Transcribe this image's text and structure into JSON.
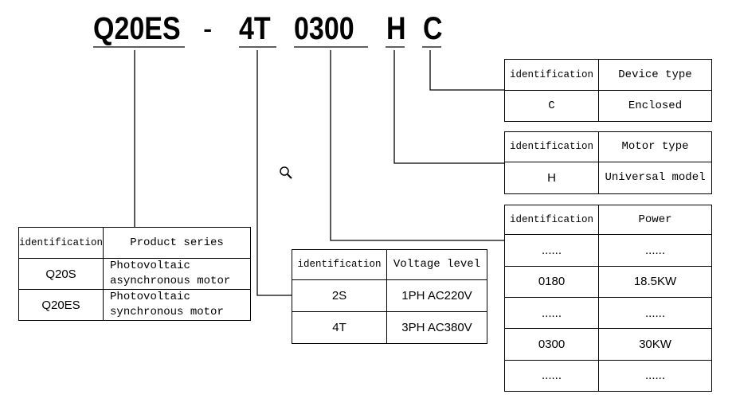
{
  "model_code": {
    "series": "Q20ES",
    "dash": "-",
    "voltage": "4T",
    "power": "0300",
    "motor": "H",
    "device": "C"
  },
  "product_table": {
    "headers": [
      "identification",
      "Product series"
    ],
    "rows": [
      [
        "Q20S",
        "Photovoltaic",
        "asynchronous motor"
      ],
      [
        "Q20ES",
        "Photovoltaic",
        "synchronous motor"
      ]
    ]
  },
  "voltage_table": {
    "headers": [
      "identification",
      "Voltage level"
    ],
    "rows": [
      [
        "2S",
        "1PH AC220V"
      ],
      [
        "4T",
        "3PH AC380V"
      ]
    ]
  },
  "device_table": {
    "headers": [
      "identification",
      "Device type"
    ],
    "rows": [
      [
        "C",
        "Enclosed"
      ]
    ]
  },
  "motor_table": {
    "headers": [
      "identification",
      "Motor type"
    ],
    "rows": [
      [
        "H",
        "Universal model"
      ]
    ]
  },
  "power_table": {
    "headers": [
      "identification",
      "Power"
    ],
    "rows": [
      [
        "......",
        "......"
      ],
      [
        "0180",
        "18.5KW"
      ],
      [
        "......",
        "......"
      ],
      [
        "0300",
        "30KW"
      ],
      [
        "......",
        "......"
      ]
    ]
  }
}
